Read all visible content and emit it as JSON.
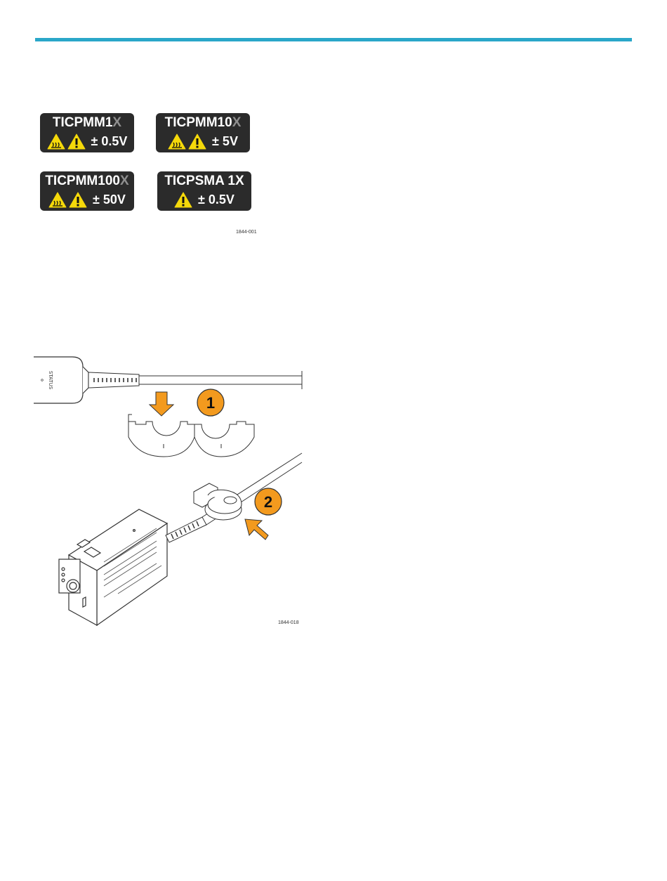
{
  "labels": [
    {
      "name": "TICPMM1",
      "suffix": "X",
      "voltage": "± 0.5V",
      "icons": [
        "hot-surface-warning-icon",
        "caution-warning-icon"
      ]
    },
    {
      "name": "TICPMM10",
      "suffix": "X",
      "voltage": "± 5V",
      "icons": [
        "hot-surface-warning-icon",
        "caution-warning-icon"
      ]
    },
    {
      "name": "TICPMM100",
      "suffix": "X",
      "voltage": "± 50V",
      "icons": [
        "hot-surface-warning-icon",
        "caution-warning-icon"
      ]
    },
    {
      "name": "TICPSMA 1X",
      "suffix": "",
      "voltage": "± 0.5V",
      "icons": [
        "caution-warning-icon"
      ]
    }
  ],
  "figure1": {
    "id": "1844-001"
  },
  "figure2": {
    "id": "1844-018",
    "step1": "1",
    "step2": "2",
    "probe_text": "STATUS"
  },
  "colors": {
    "rule": "#2aa7c9",
    "badge": "#2b2b2b",
    "warning_yellow": "#f5d90a",
    "step_orange": "#f39a1e"
  }
}
